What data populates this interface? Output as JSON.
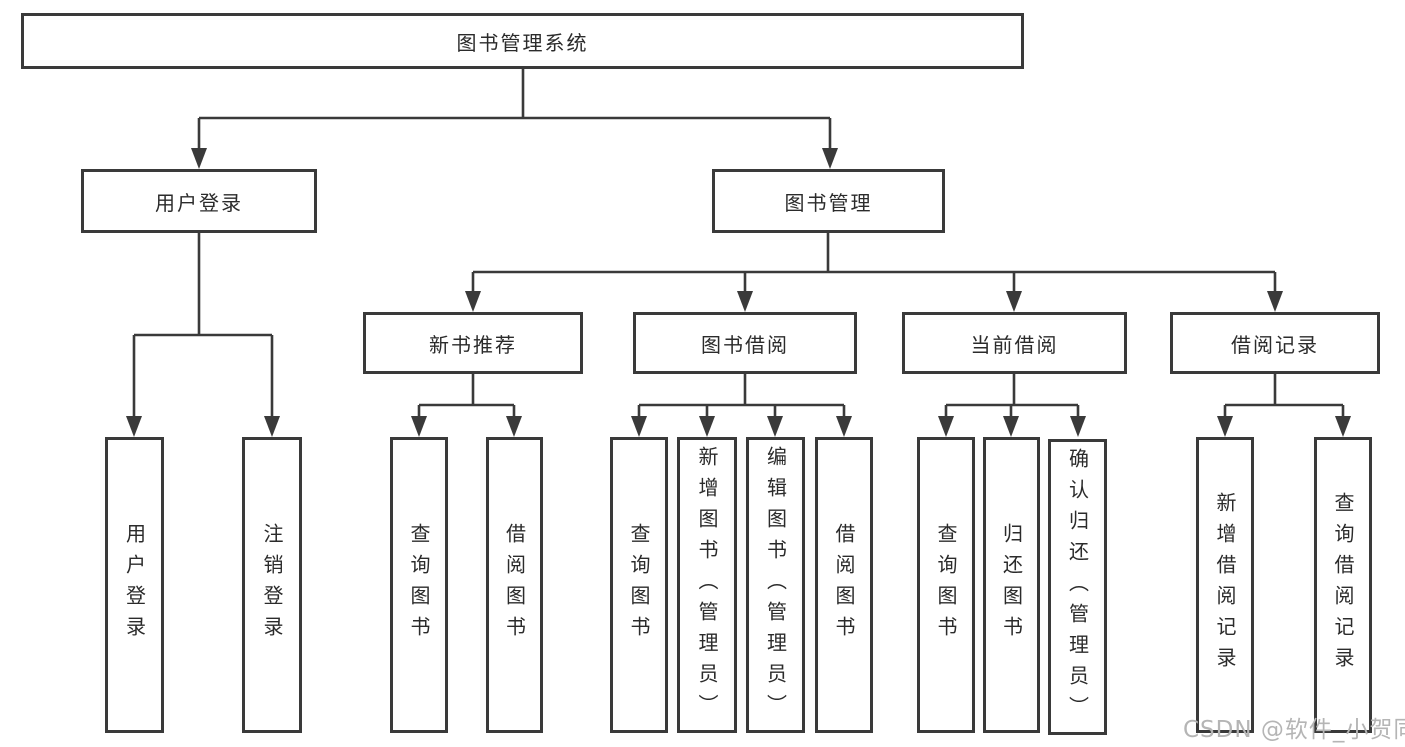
{
  "diagram": {
    "root": {
      "label": "图书管理系统"
    },
    "user_login_branch": {
      "label": "用户登录",
      "children": [
        {
          "label": "用户登录"
        },
        {
          "label": "注销登录"
        }
      ]
    },
    "book_mgmt_branch": {
      "label": "图书管理",
      "sections": [
        {
          "label": "新书推荐",
          "children": [
            {
              "label": "查询图书"
            },
            {
              "label": "借阅图书"
            }
          ]
        },
        {
          "label": "图书借阅",
          "children": [
            {
              "label": "查询图书"
            },
            {
              "label": "新增图书（管理员）"
            },
            {
              "label": "编辑图书（管理员）"
            },
            {
              "label": "借阅图书"
            }
          ]
        },
        {
          "label": "当前借阅",
          "children": [
            {
              "label": "查询图书"
            },
            {
              "label": "归还图书"
            },
            {
              "label": "确认归还（管理员）"
            }
          ]
        },
        {
          "label": "借阅记录",
          "children": [
            {
              "label": "新增借阅记录"
            },
            {
              "label": "查询借阅记录"
            }
          ]
        }
      ]
    },
    "watermark": "CSDN @软件_小贺同学"
  },
  "colors": {
    "line": "#3a3a3a",
    "text": "#2b2b2b",
    "box_background": "#ffffff",
    "page_background": "#ffffff",
    "watermark": "#b5b5b5"
  }
}
